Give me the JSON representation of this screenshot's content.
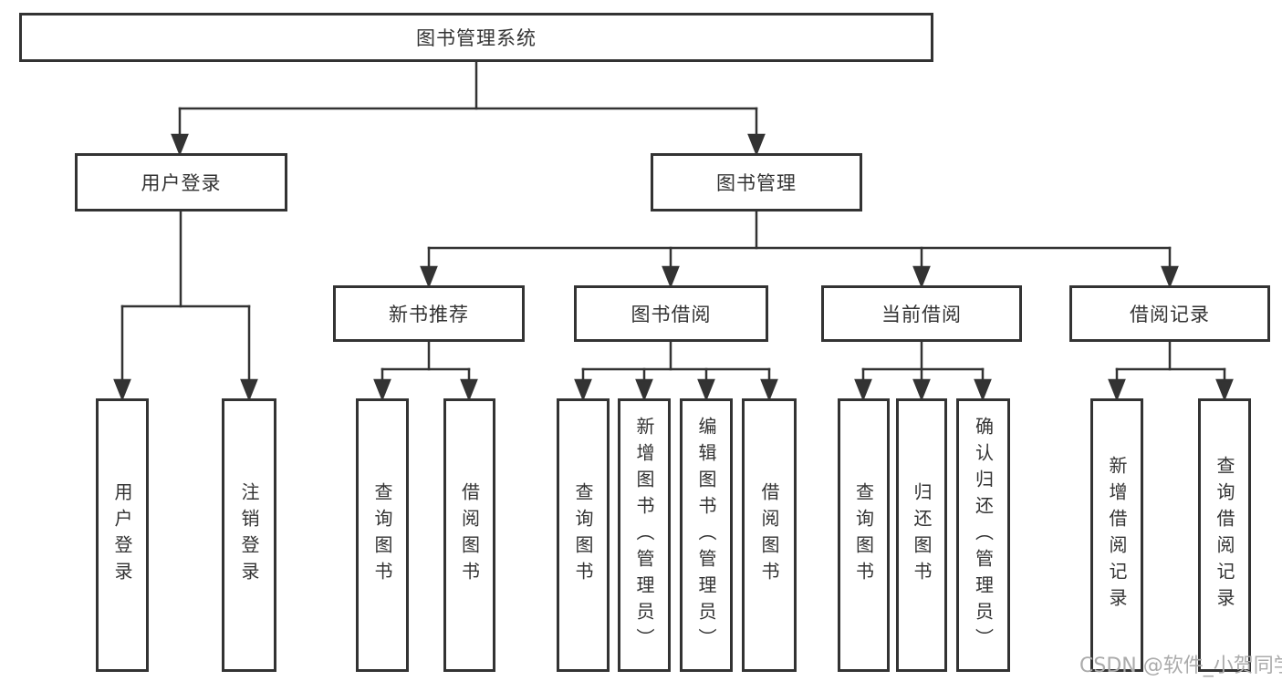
{
  "diagram_type": "tree",
  "colors": {
    "line": "#333333",
    "box_border": "#333333",
    "text": "#333333",
    "watermark_gray": "#ababab"
  },
  "root": {
    "label": "图书管理系统"
  },
  "branches": [
    {
      "label": "用户登录",
      "children": [
        {
          "label": "用户登录"
        },
        {
          "label": "注销登录"
        }
      ]
    },
    {
      "label": "图书管理",
      "sections": [
        {
          "label": "新书推荐",
          "children": [
            {
              "label": "查询图书"
            },
            {
              "label": "借阅图书"
            }
          ]
        },
        {
          "label": "图书借阅",
          "children": [
            {
              "label": "查询图书"
            },
            {
              "label": "新增图书（管理员）"
            },
            {
              "label": "编辑图书（管理员）"
            },
            {
              "label": "借阅图书"
            }
          ]
        },
        {
          "label": "当前借阅",
          "children": [
            {
              "label": "查询图书"
            },
            {
              "label": "归还图书"
            },
            {
              "label": "确认归还（管理员）"
            }
          ]
        },
        {
          "label": "借阅记录",
          "children": [
            {
              "label": "新增借阅记录"
            },
            {
              "label": "查询借阅记录"
            }
          ]
        }
      ]
    }
  ],
  "watermark": {
    "text": "CSDN @软件_小贺同学"
  }
}
